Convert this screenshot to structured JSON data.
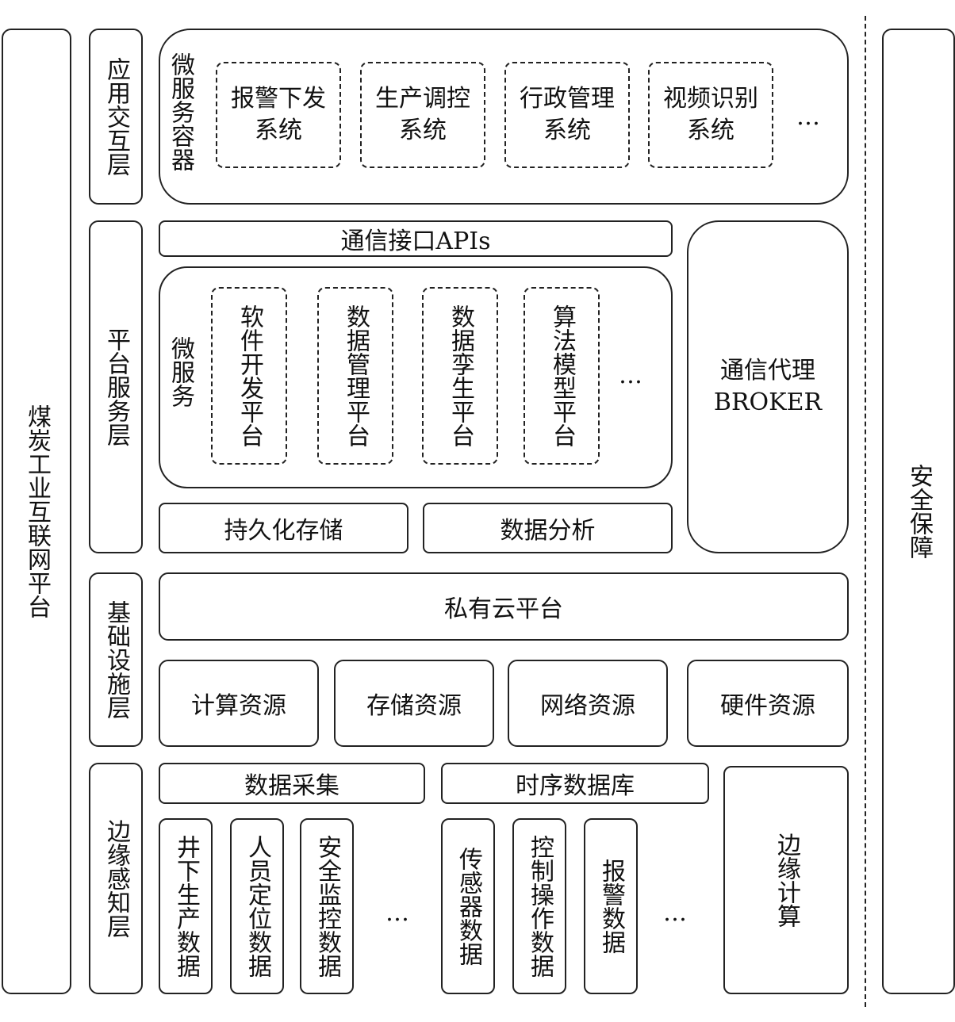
{
  "left_platform": "煤炭工业互联网平台",
  "right_security": "安全保障",
  "layers": {
    "app": "应用交互层",
    "platform": "平台服务层",
    "infra": "基础设施层",
    "edge": "边缘感知层"
  },
  "app_layer": {
    "container_label": "微服务容器",
    "systems": [
      {
        "line1": "报警下发",
        "line2": "系统"
      },
      {
        "line1": "生产调控",
        "line2": "系统"
      },
      {
        "line1": "行政管理",
        "line2": "系统"
      },
      {
        "line1": "视频识别",
        "line2": "系统"
      }
    ],
    "ellipsis": "…"
  },
  "platform_layer": {
    "api": "通信接口APIs",
    "micro_label": "微服务",
    "platforms": [
      "软件开发平台",
      "数据管理平台",
      "数据孪生平台",
      "算法模型平台"
    ],
    "ellipsis": "…",
    "storage": "持久化存储",
    "analysis": "数据分析",
    "broker_line1": "通信代理",
    "broker_line2": "BROKER"
  },
  "infra_layer": {
    "cloud": "私有云平台",
    "resources": [
      "计算资源",
      "存储资源",
      "网络资源",
      "硬件资源"
    ]
  },
  "edge_layer": {
    "collect": "数据采集",
    "tsdb": "时序数据库",
    "collect_items": [
      "井下生产数据",
      "人员定位数据",
      "安全监控数据"
    ],
    "tsdb_items": [
      "传感器数据",
      "控制操作数据",
      "报警数据"
    ],
    "ellipsis1": "…",
    "ellipsis2": "…",
    "edge_compute": "边缘计算"
  }
}
